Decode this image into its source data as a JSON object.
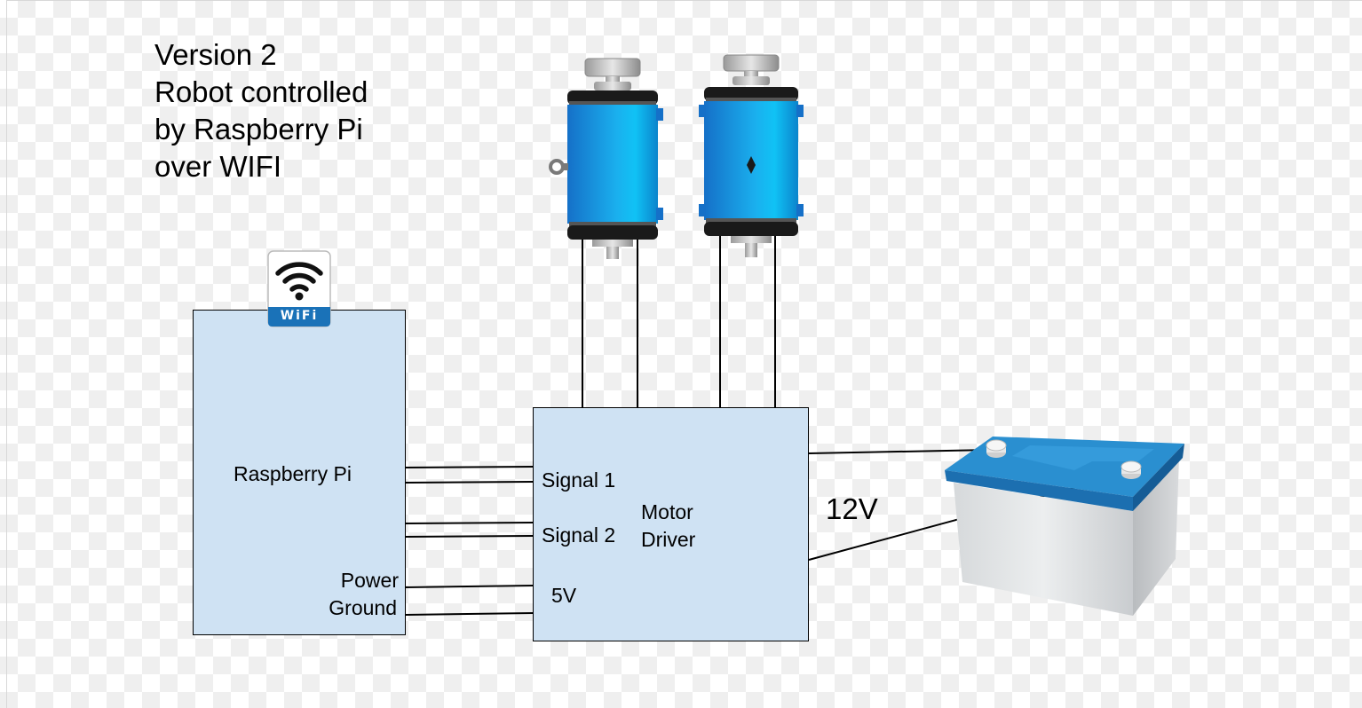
{
  "title": {
    "lines": [
      "Version 2",
      "Robot controlled",
      "by Raspberry Pi",
      "over WIFI"
    ]
  },
  "raspberry_pi": {
    "label": "Raspberry Pi",
    "power_label": "Power",
    "ground_label": "Ground"
  },
  "wifi_badge": {
    "label": "WiFi",
    "icon": "wifi-icon"
  },
  "motor_driver": {
    "label_line1": "Motor",
    "label_line2": "Driver",
    "signal1_label": "Signal 1",
    "signal2_label": "Signal 2",
    "power_label": "5V"
  },
  "battery": {
    "voltage_label": "12V",
    "icon": "car-battery-icon"
  },
  "motors": [
    {
      "icon": "dc-motor-icon"
    },
    {
      "icon": "dc-motor-icon"
    }
  ],
  "colors": {
    "box_fill": "#cfe2f3",
    "motor_blue": "#1a9fe0",
    "battery_blue": "#2a8fd0",
    "wifi_blue": "#1a72b8"
  }
}
